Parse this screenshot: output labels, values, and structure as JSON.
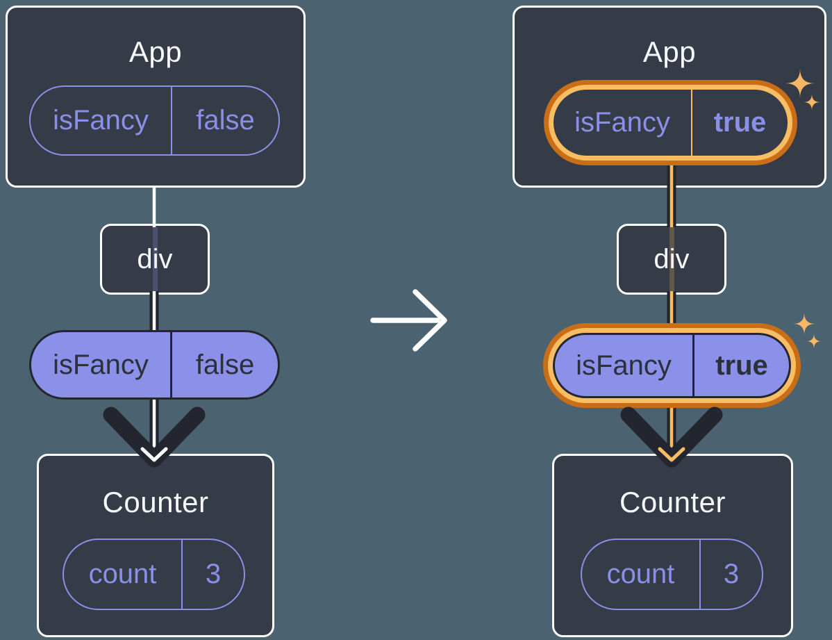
{
  "colors": {
    "background": "#4B6370",
    "panel_fill": "#353B47",
    "panel_border": "#FFFFFF",
    "purple_outline": "#8A8FE8",
    "purple_fill": "#8B90E8",
    "dark_ink": "#23262F",
    "highlight_orange_dark": "#C96E16",
    "highlight_orange_light": "#F9BD63",
    "sparkle": "#F8B765",
    "title_text": "#F6F8FA"
  },
  "icons": {
    "transition": "arrow-right-icon",
    "highlight": "sparkle-icon",
    "prop_flow": "prop-flow-arrowhead-icon"
  },
  "before": {
    "app": {
      "title": "App",
      "state_name": "isFancy",
      "state_value": "false"
    },
    "div": {
      "label": "div"
    },
    "prop": {
      "name": "isFancy",
      "value": "false"
    },
    "counter": {
      "title": "Counter",
      "state_name": "count",
      "state_value": "3"
    }
  },
  "after": {
    "app": {
      "title": "App",
      "state_name": "isFancy",
      "state_value": "true"
    },
    "div": {
      "label": "div"
    },
    "prop": {
      "name": "isFancy",
      "value": "true"
    },
    "counter": {
      "title": "Counter",
      "state_name": "count",
      "state_value": "3"
    }
  }
}
